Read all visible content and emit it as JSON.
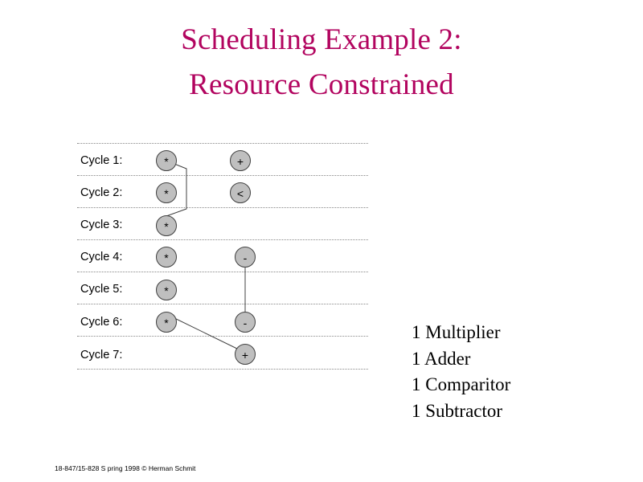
{
  "title": {
    "line1": "Scheduling Example 2:",
    "line2": "Resource Constrained"
  },
  "diagram": {
    "cycles": [
      {
        "label": "Cycle 1:"
      },
      {
        "label": "Cycle 2:"
      },
      {
        "label": "Cycle 3:"
      },
      {
        "label": "Cycle 4:"
      },
      {
        "label": "Cycle 5:"
      },
      {
        "label": "Cycle 6:"
      },
      {
        "label": "Cycle 7:"
      }
    ],
    "nodes": [
      {
        "op": "*",
        "cycle": 1,
        "column": "left"
      },
      {
        "op": "+",
        "cycle": 1,
        "column": "right"
      },
      {
        "op": "*",
        "cycle": 2,
        "column": "left"
      },
      {
        "op": "<",
        "cycle": 2,
        "column": "right"
      },
      {
        "op": "*",
        "cycle": 3,
        "column": "left"
      },
      {
        "op": "*",
        "cycle": 4,
        "column": "left"
      },
      {
        "op": "-",
        "cycle": 4,
        "column": "right"
      },
      {
        "op": "*",
        "cycle": 5,
        "column": "left"
      },
      {
        "op": "*",
        "cycle": 6,
        "column": "left"
      },
      {
        "op": "-",
        "cycle": 6,
        "column": "right"
      },
      {
        "op": "+",
        "cycle": 7,
        "column": "right"
      }
    ],
    "node_fill": "#bfbfbf",
    "node_stroke": "#404040",
    "gridline_color": "#888888"
  },
  "resources": [
    "1 Multiplier",
    "1 Adder",
    "1 Comparitor",
    "1 Subtractor"
  ],
  "footer": "18-847/15-828 S pring 1998 © Herman Schmit"
}
